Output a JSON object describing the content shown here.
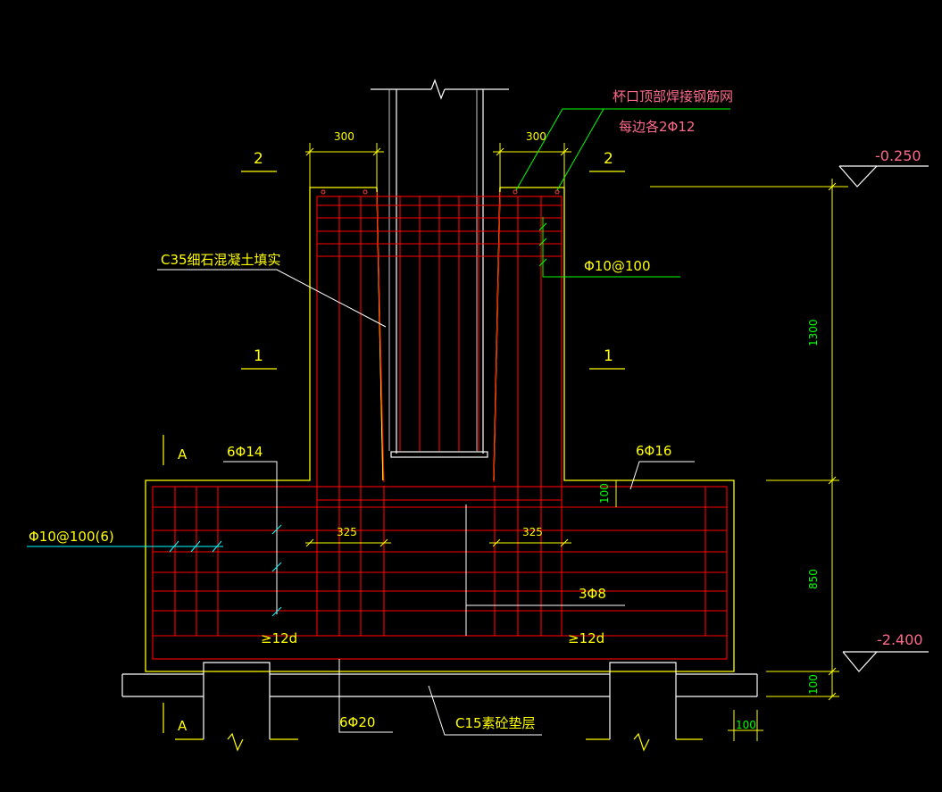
{
  "labels": {
    "cup_top_mesh": "杯口顶部焊接钢筋网",
    "cup_top_bars": "每边各2Φ12",
    "grout_fill": "C35细石混凝土填实",
    "column_stirrup": "Φ10@100",
    "base_stirrup": "Φ10@100(6)",
    "cup_bars": "6Φ14",
    "base_top_bars": "6Φ16",
    "bottom_bars": "6Φ20",
    "center_bars": "3Φ8",
    "anchor_left": "≥12d",
    "anchor_right": "≥12d",
    "bedding": "C15素砼垫层",
    "section_1_left": "1",
    "section_1_right": "1",
    "section_2_left": "2",
    "section_2_right": "2",
    "section_a_top": "A",
    "section_a_bottom": "A"
  },
  "dimensions": {
    "cup_wall_left": "300",
    "cup_wall_right": "300",
    "cup_height": "1300",
    "base_height": "850",
    "bedding_thickness": "100",
    "bedding_overhang": "100",
    "base_inner_left": "325",
    "base_inner_right": "325",
    "top_spacing": "100"
  },
  "elevations": {
    "top": "-0.250",
    "bottom": "-2.400"
  },
  "colors": {
    "background": "#000000",
    "outline": "#ffff00",
    "rebar": "#ff0000",
    "leader": "#00ff00",
    "leader_cyan": "#00ffff",
    "white": "#ffffff",
    "elevation_text": "#ff6a8a"
  }
}
